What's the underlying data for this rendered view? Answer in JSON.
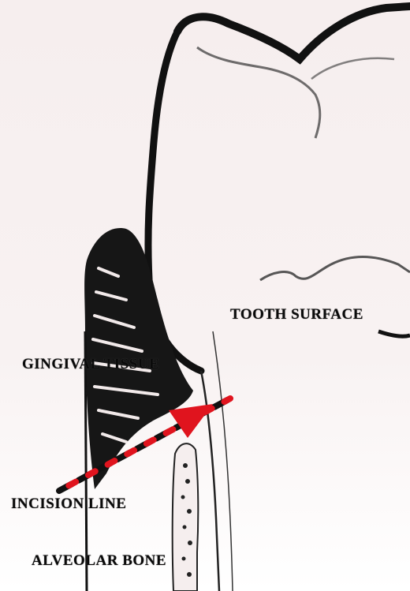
{
  "labels": {
    "tooth_surface": "TOOTH SURFACE",
    "gingival_tissue": "GINGIVAL TISSUE",
    "incision_line": "INCISION LINE",
    "alveolar_bone": "ALVEOLAR BONE"
  },
  "colors": {
    "ink": "#111111",
    "incision_red": "#e0141e",
    "background": "#f7efef"
  }
}
